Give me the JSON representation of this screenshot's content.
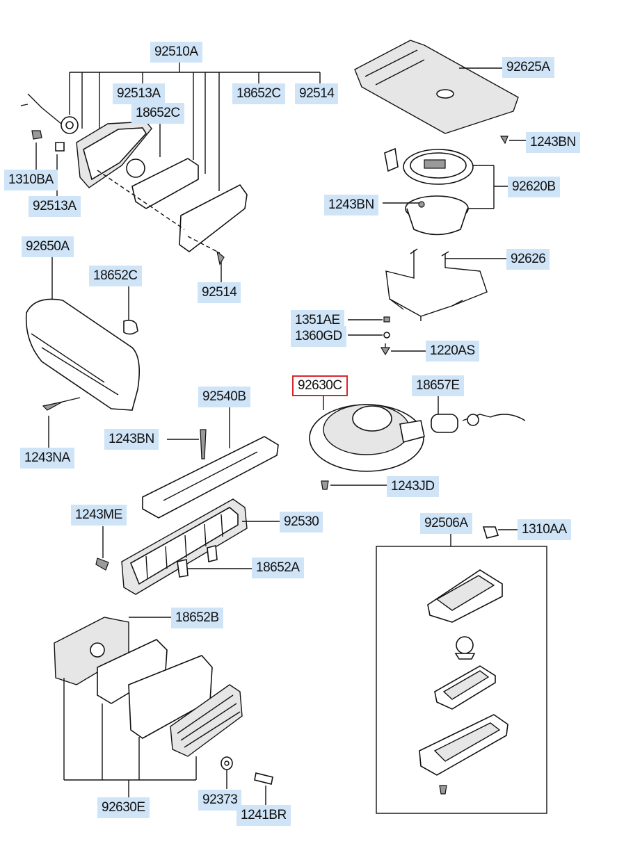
{
  "labels": {
    "p92510A": "92510A",
    "p92513A_top": "92513A",
    "p18652C_top": "18652C",
    "p18652C_right": "18652C",
    "p92514_top": "92514",
    "p1310BA": "1310BA",
    "p92513A_bottom": "92513A",
    "p92514_bottom": "92514",
    "p92650A": "92650A",
    "p18652C_mid": "18652C",
    "p1243NA": "1243NA",
    "p92625A": "92625A",
    "p1243BN_top": "1243BN",
    "p92620B": "92620B",
    "p1243BN_mid": "1243BN",
    "p92626": "92626",
    "p1351AE": "1351AE",
    "p1360GD": "1360GD",
    "p1220AS": "1220AS",
    "p92630C": "92630C",
    "p18657E": "18657E",
    "p1243JD": "1243JD",
    "p92540B": "92540B",
    "p1243BN_low": "1243BN",
    "p92530": "92530",
    "p1243ME": "1243ME",
    "p18652A": "18652A",
    "p92506A": "92506A",
    "p1310AA": "1310AA",
    "p18652B": "18652B",
    "p92630E": "92630E",
    "p92373": "92373",
    "p1241BR": "1241BR"
  },
  "highlight": "92630C",
  "colors": {
    "label_bg": "#cfe4f7",
    "highlight_border": "#d9262c",
    "line": "#111111"
  }
}
